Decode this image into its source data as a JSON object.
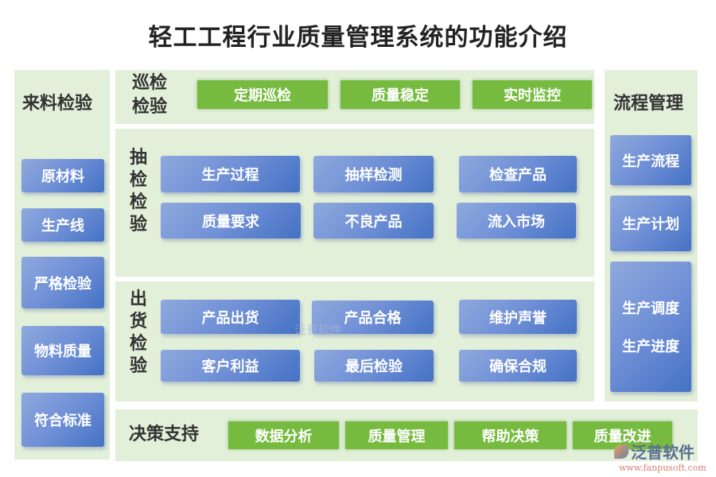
{
  "title": "轻工工程行业质量管理系统的功能介绍",
  "left": {
    "label": "来料检验",
    "items": [
      "原材料",
      "生产线",
      "严格检验",
      "物料质量",
      "符合标准"
    ]
  },
  "patrol": {
    "label": "巡检检验",
    "items": [
      "定期巡检",
      "质量稳定",
      "实时监控"
    ]
  },
  "sampling": {
    "label": "抽检检验",
    "items": [
      "生产过程",
      "抽样检测",
      "检查产品",
      "质量要求",
      "不良产品",
      "流入市场"
    ]
  },
  "shipping": {
    "label": "出货检验",
    "items": [
      "产品出货",
      "产品合格",
      "维护声誉",
      "客户利益",
      "最后检验",
      "确保合规"
    ]
  },
  "decision": {
    "label": "决策支持",
    "items": [
      "数据分析",
      "质量管理",
      "帮助决策",
      "质量改进"
    ]
  },
  "right": {
    "label": "流程管理",
    "items": [
      "生产流程",
      "生产计划",
      "生产调度",
      "生产进度"
    ]
  },
  "watermark": "泛普软件",
  "logo": {
    "name": "泛普软件",
    "url": "www.fanpusoft.com"
  },
  "colors": {
    "panel": "#e2efd9",
    "blue_start": "#8fa9dd",
    "blue_end": "#4472c4",
    "green": "#76bb40"
  }
}
